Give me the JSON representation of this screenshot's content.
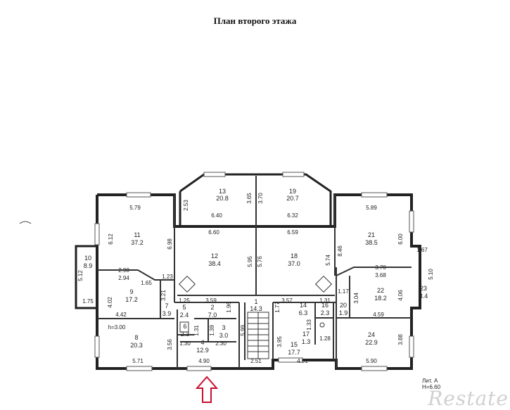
{
  "title": "План второго этажа",
  "lit": {
    "line1": "Лит. А",
    "line2": "H=6.60"
  },
  "watermark": "Restate",
  "colors": {
    "wall": "#222222",
    "window": "#555555",
    "arrow": "#c8102e"
  },
  "icons": {
    "entrance": "arrow-up-icon"
  },
  "rooms": {
    "r1": {
      "num": "1",
      "area": "14.3"
    },
    "r2": {
      "num": "2",
      "area": "7.0"
    },
    "r3": {
      "num": "3",
      "area": "3.0"
    },
    "r4": {
      "num": "4",
      "area": "12.9"
    },
    "r5": {
      "num": "5",
      "area": "2.4"
    },
    "r6": {
      "num": "6",
      "area": "2.3"
    },
    "r7": {
      "num": "7",
      "area": "3.9"
    },
    "r8": {
      "num": "8",
      "area": "20.3"
    },
    "r9": {
      "num": "9",
      "area": "17.2"
    },
    "r10": {
      "num": "10",
      "area": "8.9"
    },
    "r11": {
      "num": "11",
      "area": "37.2"
    },
    "r12": {
      "num": "12",
      "area": "38.4"
    },
    "r13": {
      "num": "13",
      "area": "20.8"
    },
    "r14": {
      "num": "14",
      "area": "6.3"
    },
    "r15": {
      "num": "15",
      "area": "17.7"
    },
    "r16": {
      "num": "16",
      "area": "2.3"
    },
    "r17": {
      "num": "17",
      "area": "1.3"
    },
    "r18": {
      "num": "18",
      "area": "37.0"
    },
    "r19": {
      "num": "19",
      "area": "20.7"
    },
    "r20": {
      "num": "20",
      "area": "1.9"
    },
    "r21": {
      "num": "21",
      "area": "38.5"
    },
    "r22": {
      "num": "22",
      "area": "18.2"
    },
    "r23": {
      "num": "23",
      "area": "8.4"
    },
    "r24": {
      "num": "24",
      "area": "22.9"
    }
  },
  "dims": {
    "d579": "5.79",
    "d612": "6.12",
    "d698": "6.98",
    "d298": "2.98",
    "d294": "2.94",
    "d165": "1.65",
    "d123": "1.23",
    "d402": "4.02",
    "d442": "4.42",
    "d321": "3.21",
    "d512": "5.12",
    "d175": "1.75",
    "h300": "h=3.00",
    "d356": "3.56",
    "d571": "5.71",
    "d125": "1.25",
    "d359": "3.59",
    "d196": "1.96",
    "d131a": "1.31",
    "d139": "1.39",
    "d130": "1.30",
    "d230": "2.30",
    "d490": "4.90",
    "d253": "2.53",
    "d365": "3.65",
    "d370a": "3.70",
    "d640": "6.40",
    "d632": "6.32",
    "d660": "6.60",
    "d659": "6.59",
    "d595": "5.95",
    "d576": "5.76",
    "d574": "5.74",
    "d177": "1.77",
    "d357": "3.57",
    "d131b": "1.31",
    "d133": "1.33",
    "d128": "1.28",
    "d395": "3.95",
    "d491": "4.91",
    "d251": "2.51",
    "d599": "5.99",
    "d589": "5.89",
    "d600": "6.00",
    "d846": "8.46",
    "d370b": "3.70",
    "d368": "3.68",
    "d167": "1.67",
    "d510": "5.10",
    "d117": "1.17",
    "d304": "3.04",
    "d406": "4.06",
    "d459": "4.59",
    "d388": "3.88",
    "d590": "5.90"
  }
}
